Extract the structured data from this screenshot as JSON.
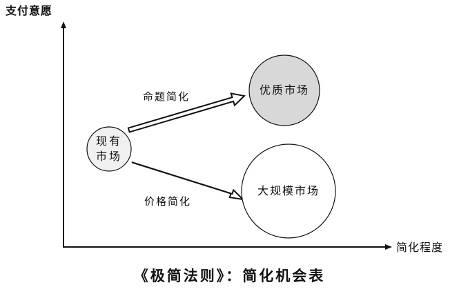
{
  "axes": {
    "y_label": "支付意愿",
    "x_label": "简化程度"
  },
  "nodes": {
    "current": {
      "line1": "现有",
      "line2": "市场",
      "fill": "#f0f0f0"
    },
    "premium": {
      "label": "优质市场",
      "fill": "#d8d8d8"
    },
    "mass": {
      "label": "大规模市场",
      "fill": "#ffffff"
    }
  },
  "arrows": {
    "upper": {
      "label": "命题简化"
    },
    "lower": {
      "label": "价格简化"
    }
  },
  "caption": "《极简法则》：简化机会表"
}
